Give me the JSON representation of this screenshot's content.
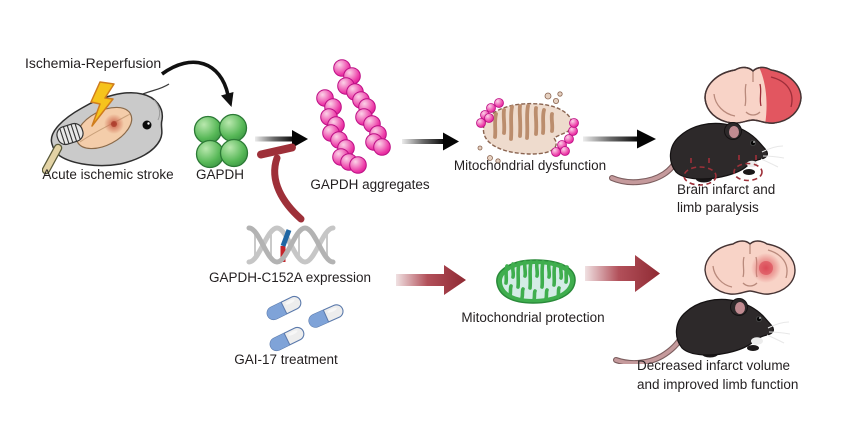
{
  "figure": {
    "top_pathway": {
      "trigger_label": "Ischemia-Reperfusion",
      "stroke_label": "Acute ischemic stroke",
      "gapdh_label": "GAPDH",
      "aggregates_label": "GAPDH aggregates",
      "dysfunction_label": "Mitochondrial dysfunction",
      "outcome_line1": "Brain infarct and",
      "outcome_line2": "limb paralysis"
    },
    "bottom_pathway": {
      "expression_label": "GAPDH-C152A expression",
      "treatment_label": "GAI-17 treatment",
      "protection_label": "Mitochondrial protection",
      "outcome_line1": "Decreased infarct volume",
      "outcome_line2": "and improved limb function"
    },
    "icons": {
      "stroke_mouse": "mouse-head-with-lightning-bolt",
      "gapdh": "green-tetramer-spheres",
      "aggregates": "magenta-bead-chains",
      "dysfunctional_mitochondria": "damaged-mitochondrion-with-aggregates",
      "infarct_brain": "brain-section-large-infarct",
      "paralyzed_mouse": "black-mouse-with-dashed-paw-circles",
      "dna": "dna-helix-with-point-mutation",
      "capsules": "three-blue-white-capsules",
      "healthy_mitochondria": "green-mitochondrion",
      "reduced_infarct_brain": "brain-section-small-infarct",
      "recovered_mouse": "black-mouse"
    },
    "colors": {
      "inhibit_red": "#9e3039",
      "gapdh_green": "#57b857",
      "aggregate_magenta": "#e63fa8",
      "healthy_mito_green": "#3fae4e",
      "mito_interior": "#d4ece6",
      "brain_pink": "#f8d3c7",
      "infarct_red": "#e25660",
      "mouse_gray": "#cacaca",
      "black_mouse": "#2d292a",
      "text": "#231f20"
    }
  }
}
